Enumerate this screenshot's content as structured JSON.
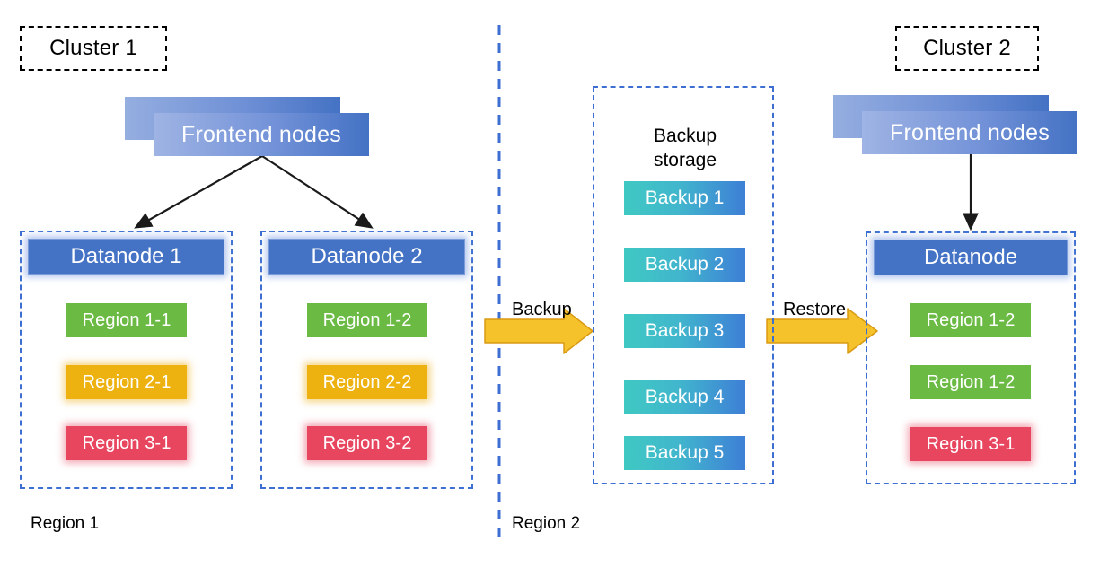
{
  "clusters": {
    "left": {
      "label": "Cluster 1"
    },
    "right": {
      "label": "Cluster 2"
    }
  },
  "frontend": {
    "left_label": "Frontend nodes",
    "right_label": "Frontend nodes"
  },
  "left_cluster": {
    "datanodes": [
      {
        "title": "Datanode 1",
        "regions": [
          {
            "label": "Region 1-1",
            "color": "#6aba43"
          },
          {
            "label": "Region 2-1",
            "color": "#edb210"
          },
          {
            "label": "Region 3-1",
            "color": "#e8455f"
          }
        ]
      },
      {
        "title": "Datanode 2",
        "regions": [
          {
            "label": "Region 1-2",
            "color": "#6aba43"
          },
          {
            "label": "Region 2-2",
            "color": "#edb210"
          },
          {
            "label": "Region 3-2",
            "color": "#e8455f"
          }
        ]
      }
    ]
  },
  "backup_storage": {
    "title": "Backup\nstorage",
    "items": [
      {
        "label": "Backup 1"
      },
      {
        "label": "Backup 2"
      },
      {
        "label": "Backup 3"
      },
      {
        "label": "Backup 4"
      },
      {
        "label": "Backup 5"
      }
    ]
  },
  "right_cluster": {
    "datanode": {
      "title": "Datanode",
      "regions": [
        {
          "label": "Region 1-2",
          "color": "#6aba43"
        },
        {
          "label": "Region 1-2",
          "color": "#6aba43"
        },
        {
          "label": "Region 3-1",
          "color": "#e8455f"
        }
      ]
    }
  },
  "flows": {
    "backup_arrow_label": "Backup",
    "restore_arrow_label": "Restore"
  },
  "region_labels": {
    "left": "Region 1",
    "right": "Region 2"
  },
  "colors": {
    "node_blue": "#4472c4",
    "dashed_blue": "#3d6fd2",
    "arrow_gold": "#f5c22b",
    "arrow_gold_edge": "#d99a13",
    "backup_teal": "#3fc9c2",
    "backup_blue": "#3e7fd6",
    "connector_black": "#1a1a1a"
  }
}
